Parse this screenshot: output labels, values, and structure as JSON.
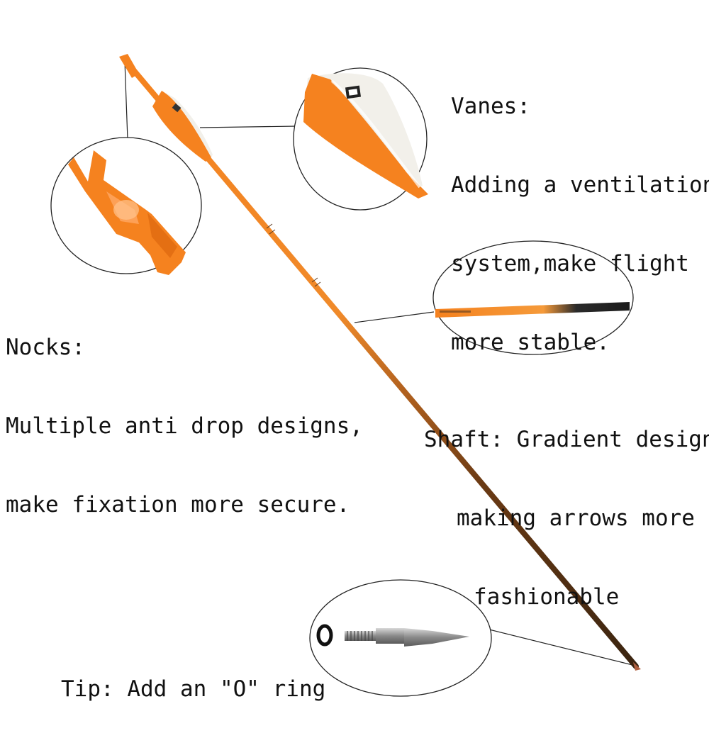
{
  "vanes": {
    "title": "Vanes:",
    "line1": "Adding a ventilation",
    "line2": "system,make flight",
    "line3": "more stable."
  },
  "nocks": {
    "title": "Nocks:",
    "line1": "Multiple anti drop designs,",
    "line2": "make fixation more secure."
  },
  "shaft": {
    "line1": "Shaft: Gradient design,",
    "line2": "making arrows more",
    "line3": "fashionable"
  },
  "tip": {
    "line1": "Tip: Add an \"O\" ring"
  },
  "colors": {
    "orange": "#f5821f",
    "dark_orange": "#e06a10",
    "shaft_dark": "#3a2410",
    "vane_white": "#f2f0ea",
    "steel": "#9a9a9a",
    "text": "#111111"
  }
}
